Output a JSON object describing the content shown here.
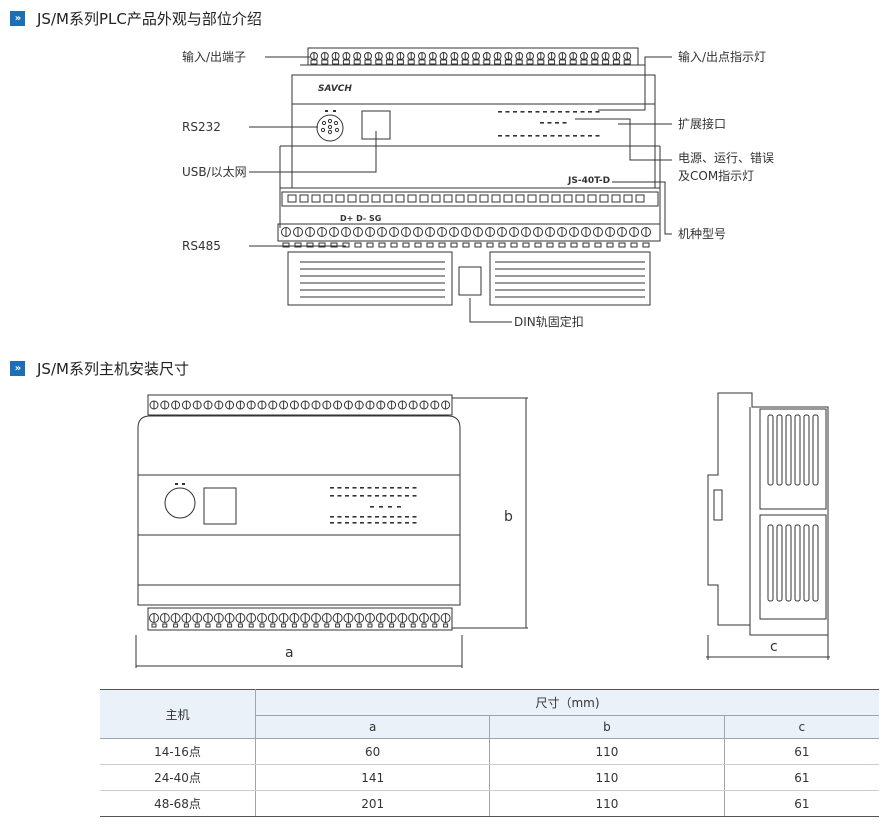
{
  "section1": {
    "icon": "»",
    "title": "JS/M系列PLC产品外观与部位介绍"
  },
  "section2": {
    "icon": "»",
    "title": "JS/M系列主机安装尺寸"
  },
  "callouts": {
    "io_terminal": "输入/出端子",
    "rs232": "RS232",
    "usb": "USB/以太网",
    "rs485": "RS485",
    "io_led": "输入/出点指示灯",
    "expansion": "扩展接口",
    "status_led_l1": "电源、运行、错误",
    "status_led_l2": "及COM指示灯",
    "model_type": "机种型号",
    "din": "DIN轨固定扣"
  },
  "device": {
    "brand": "SAVCH",
    "model": "JS-40T-D",
    "port_labels": "D+ D- SG"
  },
  "dims": {
    "a": "a",
    "b": "b",
    "c": "c"
  },
  "table": {
    "host_header": "主机",
    "size_header": "尺寸（mm)",
    "columns": [
      "a",
      "b",
      "c"
    ],
    "rows": [
      {
        "host": "14-16点",
        "a": "60",
        "b": "110",
        "c": "61"
      },
      {
        "host": "24-40点",
        "a": "141",
        "b": "110",
        "c": "61"
      },
      {
        "host": "48-68点",
        "a": "201",
        "b": "110",
        "c": "61"
      }
    ]
  },
  "colors": {
    "accent": "#1c6fb6",
    "header_bg": "#eaf1f8",
    "line": "#333333"
  }
}
